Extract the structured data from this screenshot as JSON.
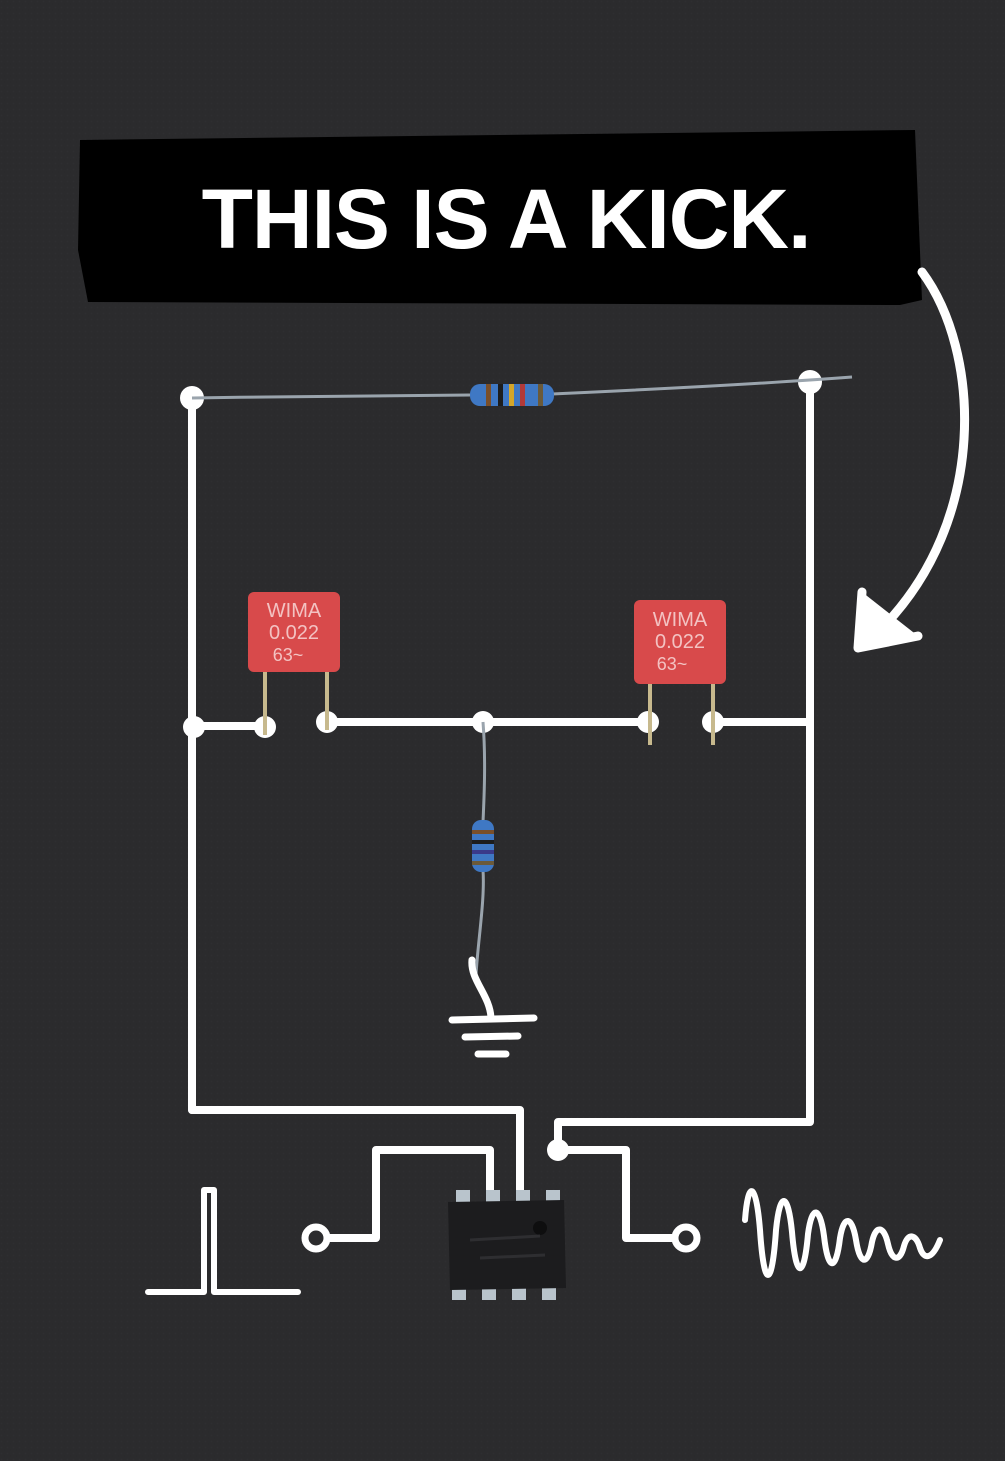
{
  "headline": {
    "text": "THIS IS A KICK."
  },
  "capacitor_left": {
    "brand": "WIMA",
    "value": "0.022",
    "voltage": "63~"
  },
  "capacitor_right": {
    "brand": "WIMA",
    "value": "0.022",
    "voltage": "63~"
  },
  "colors": {
    "background": "#2b2b2d",
    "drawing": "#ffffff",
    "headline_banner": "#000000",
    "capacitor_body": "#d84a4b",
    "capacitor_text": "#f3c2c2",
    "resistor_body": "#3f78c4",
    "chip_body": "#1c1c1e"
  },
  "icons": {
    "input": "trigger-pulse-icon",
    "output": "decaying-sine-wave-icon",
    "ground": "ground-symbol-icon",
    "pointer": "curved-arrow-icon"
  }
}
